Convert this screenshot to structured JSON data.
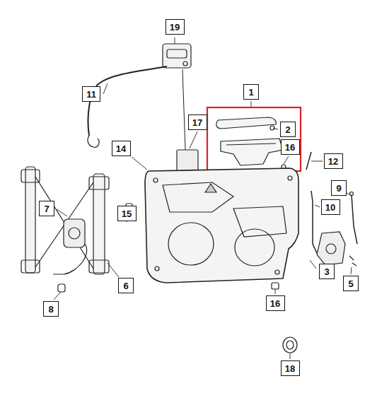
{
  "diagram": {
    "nodes": [
      {
        "text": [
          "19"
        ]
      },
      {
        "text": [
          "11"
        ]
      },
      {
        "text": [
          "1"
        ]
      },
      {
        "text": [
          "2"
        ]
      },
      {
        "text": [
          "17"
        ]
      },
      {
        "text": [
          "16"
        ]
      },
      {
        "text": [
          "12"
        ]
      },
      {
        "text": [
          "14"
        ]
      },
      {
        "text": [
          "9"
        ]
      },
      {
        "text": [
          "10"
        ]
      },
      {
        "text": [
          "7"
        ]
      },
      {
        "text": [
          "15"
        ]
      },
      {
        "text": [
          "3"
        ]
      },
      {
        "text": [
          "5"
        ]
      },
      {
        "text": [
          "6"
        ]
      },
      {
        "text": [
          "8"
        ]
      },
      {
        "text": [
          "16"
        ]
      },
      {
        "text": [
          "18"
        ]
      }
    ]
  }
}
